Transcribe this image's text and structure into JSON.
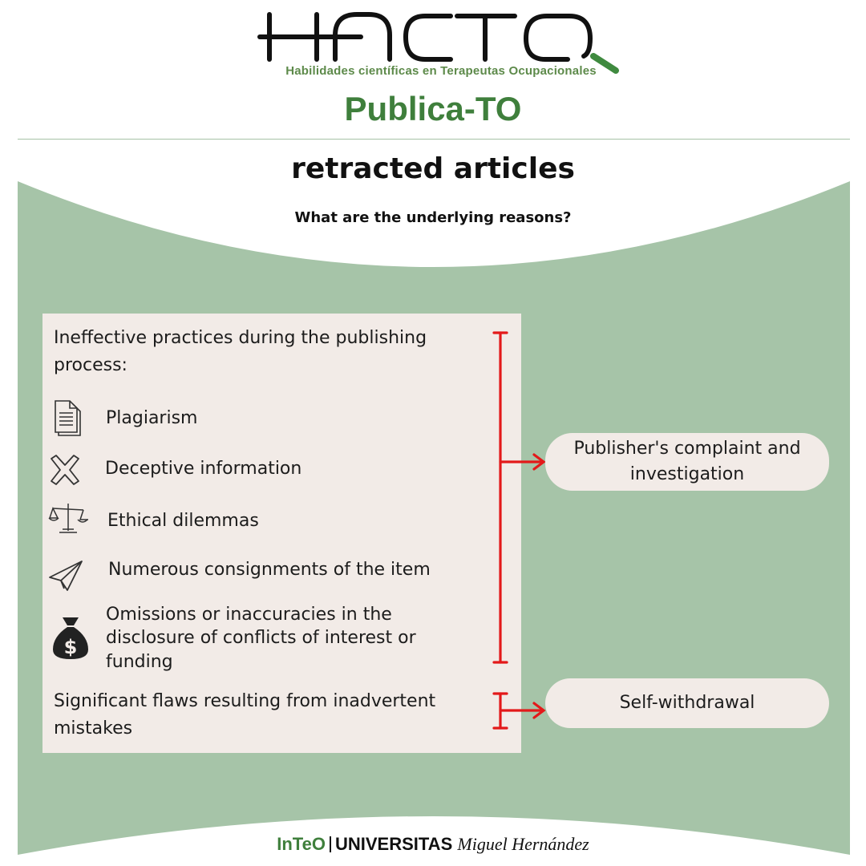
{
  "header": {
    "logo_text": "HACTO",
    "logo_subtitle": "Habilidades científicas en Terapeutas Ocupacionales",
    "brand": "Publica-TO"
  },
  "main": {
    "title": "retracted articles",
    "question": "What are the underlying reasons?"
  },
  "reasons": {
    "group1_heading": "Ineffective practices during the publishing process:",
    "items": [
      {
        "label": "Plagiarism",
        "icon": "document-icon"
      },
      {
        "label": "Deceptive information",
        "icon": "cross-icon"
      },
      {
        "label": "Ethical dilemmas",
        "icon": "scales-icon"
      },
      {
        "label": "Numerous consignments of the item",
        "icon": "paper-plane-icon"
      },
      {
        "label": "Omissions or inaccuracies in the disclosure of conflicts of interest or funding",
        "icon": "money-bag-icon"
      }
    ],
    "group2_heading": "Significant flaws resulting from inadvertent mistakes"
  },
  "outcomes": {
    "complaint": "Publisher's complaint and investigation",
    "self_withdrawal": "Self-withdrawal"
  },
  "footer": {
    "org1": "InTeO",
    "org2": "UNIVERSITAS",
    "org2_name": "Miguel Hernández"
  },
  "colors": {
    "green_bg": "#a6c4a8",
    "panel": "#f2ebe7",
    "brand_green": "#3f7f3c",
    "arrow_red": "#e3191a"
  }
}
